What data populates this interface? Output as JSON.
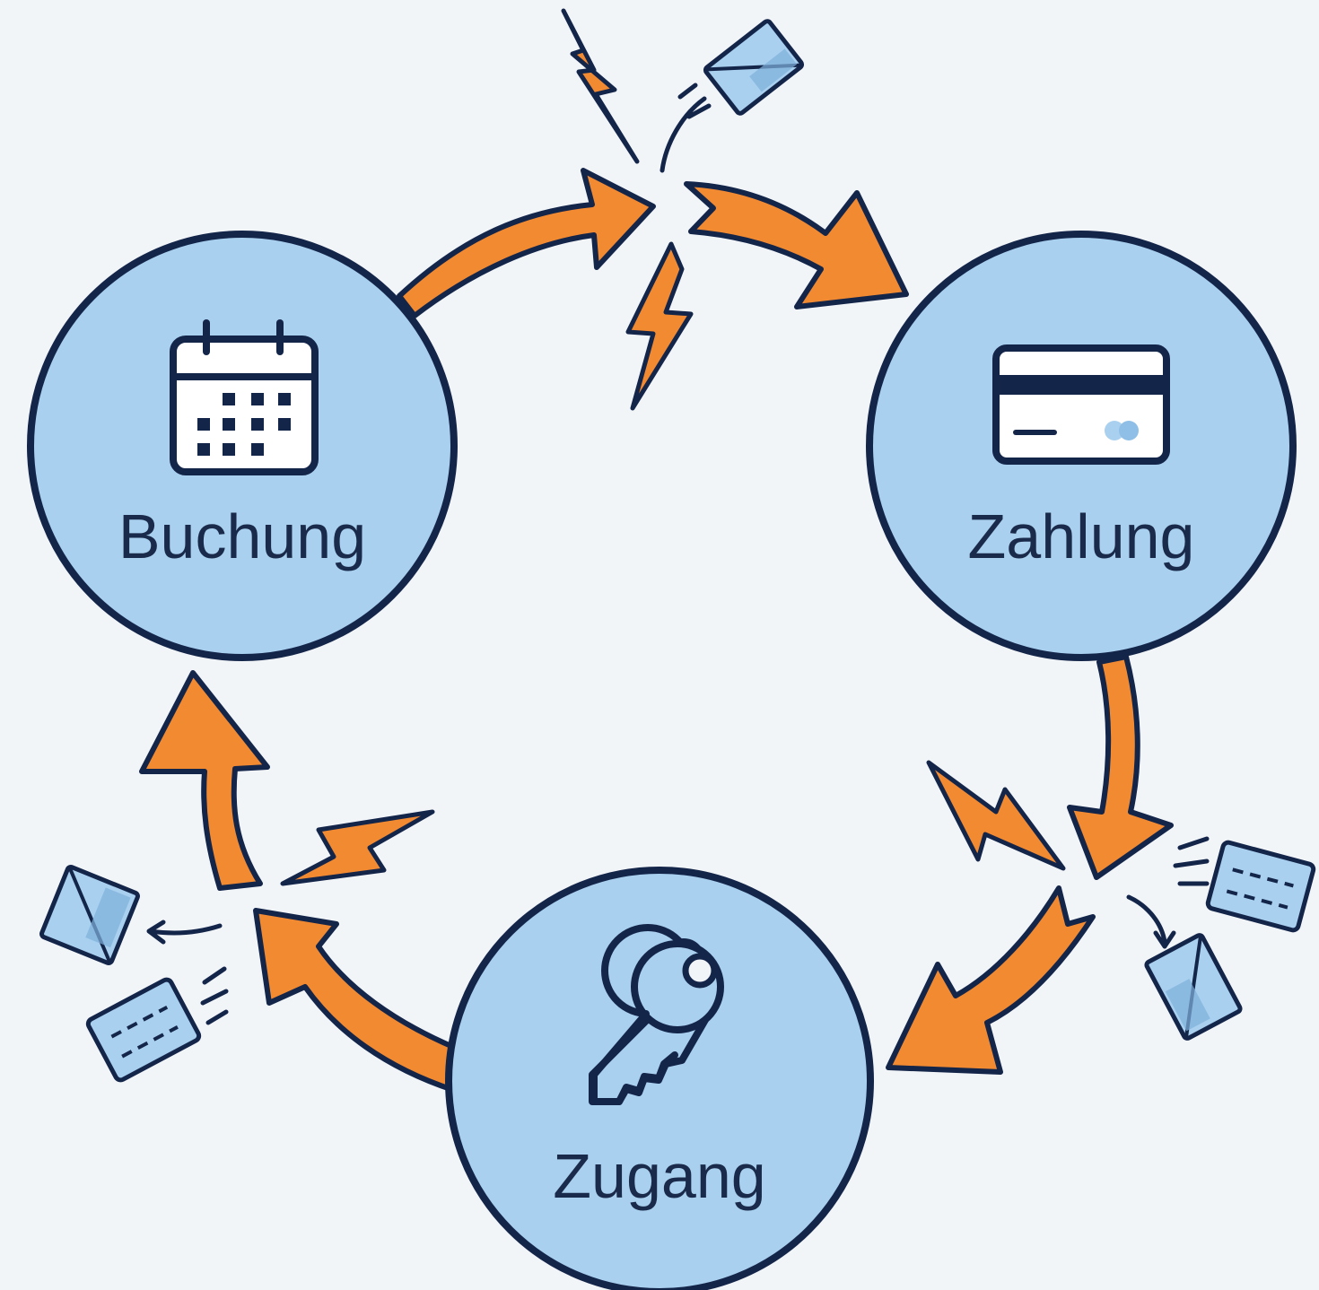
{
  "diagram": {
    "type": "cycle",
    "nodes": [
      {
        "id": "buchung",
        "label": "Buchung",
        "icon": "calendar-icon"
      },
      {
        "id": "zahlung",
        "label": "Zahlung",
        "icon": "credit-card-icon"
      },
      {
        "id": "zugang",
        "label": "Zugang",
        "icon": "key-icon"
      }
    ],
    "edges": [
      {
        "from": "buchung",
        "to": "zahlung",
        "broken": true
      },
      {
        "from": "zahlung",
        "to": "zugang",
        "broken": true
      },
      {
        "from": "zugang",
        "to": "buchung",
        "broken": true
      }
    ],
    "colors": {
      "background": "#f2f5f8",
      "node_fill": "#a9d0ef",
      "node_stroke": "#14254a",
      "arrow_fill": "#f28a32",
      "arrow_stroke": "#14254a",
      "fragment_fill": "#a9d0ef"
    }
  }
}
